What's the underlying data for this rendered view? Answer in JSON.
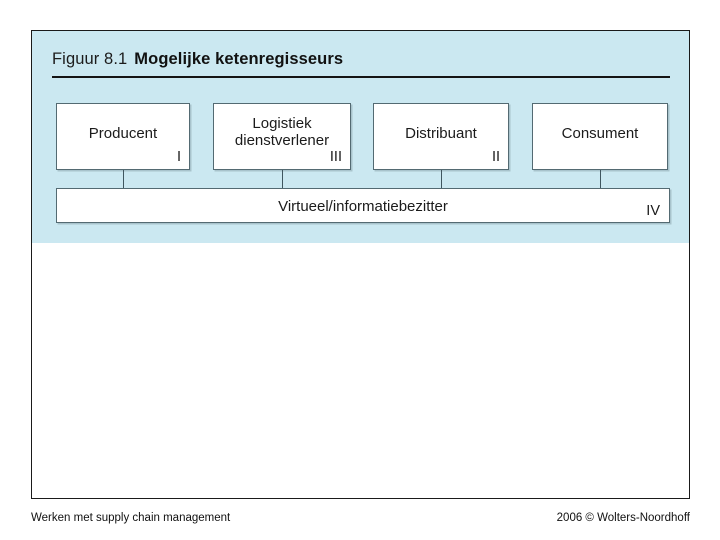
{
  "figure": {
    "label": "Figuur 8.1",
    "title": "Mogelijke ketenregisseurs",
    "band_color": "#cbe8f1",
    "box_border_color": "#536a72",
    "text_color": "#1b1b1b"
  },
  "nodes": [
    {
      "label": "Producent",
      "numeral": "I",
      "lines": 1
    },
    {
      "label": "Logistiek\ndienstverlener",
      "line1": "Logistiek",
      "line2": "dienstverlener",
      "numeral": "III",
      "lines": 2
    },
    {
      "label": "Distribuant",
      "numeral": "II",
      "lines": 1
    },
    {
      "label": "Consument",
      "numeral": "",
      "lines": 1
    }
  ],
  "bottom_bar": {
    "label": "Virtueel/informatiebezitter",
    "numeral": "IV"
  },
  "footer": {
    "left": "Werken met supply chain management",
    "right": "2006 © Wolters-Noordhoff"
  }
}
